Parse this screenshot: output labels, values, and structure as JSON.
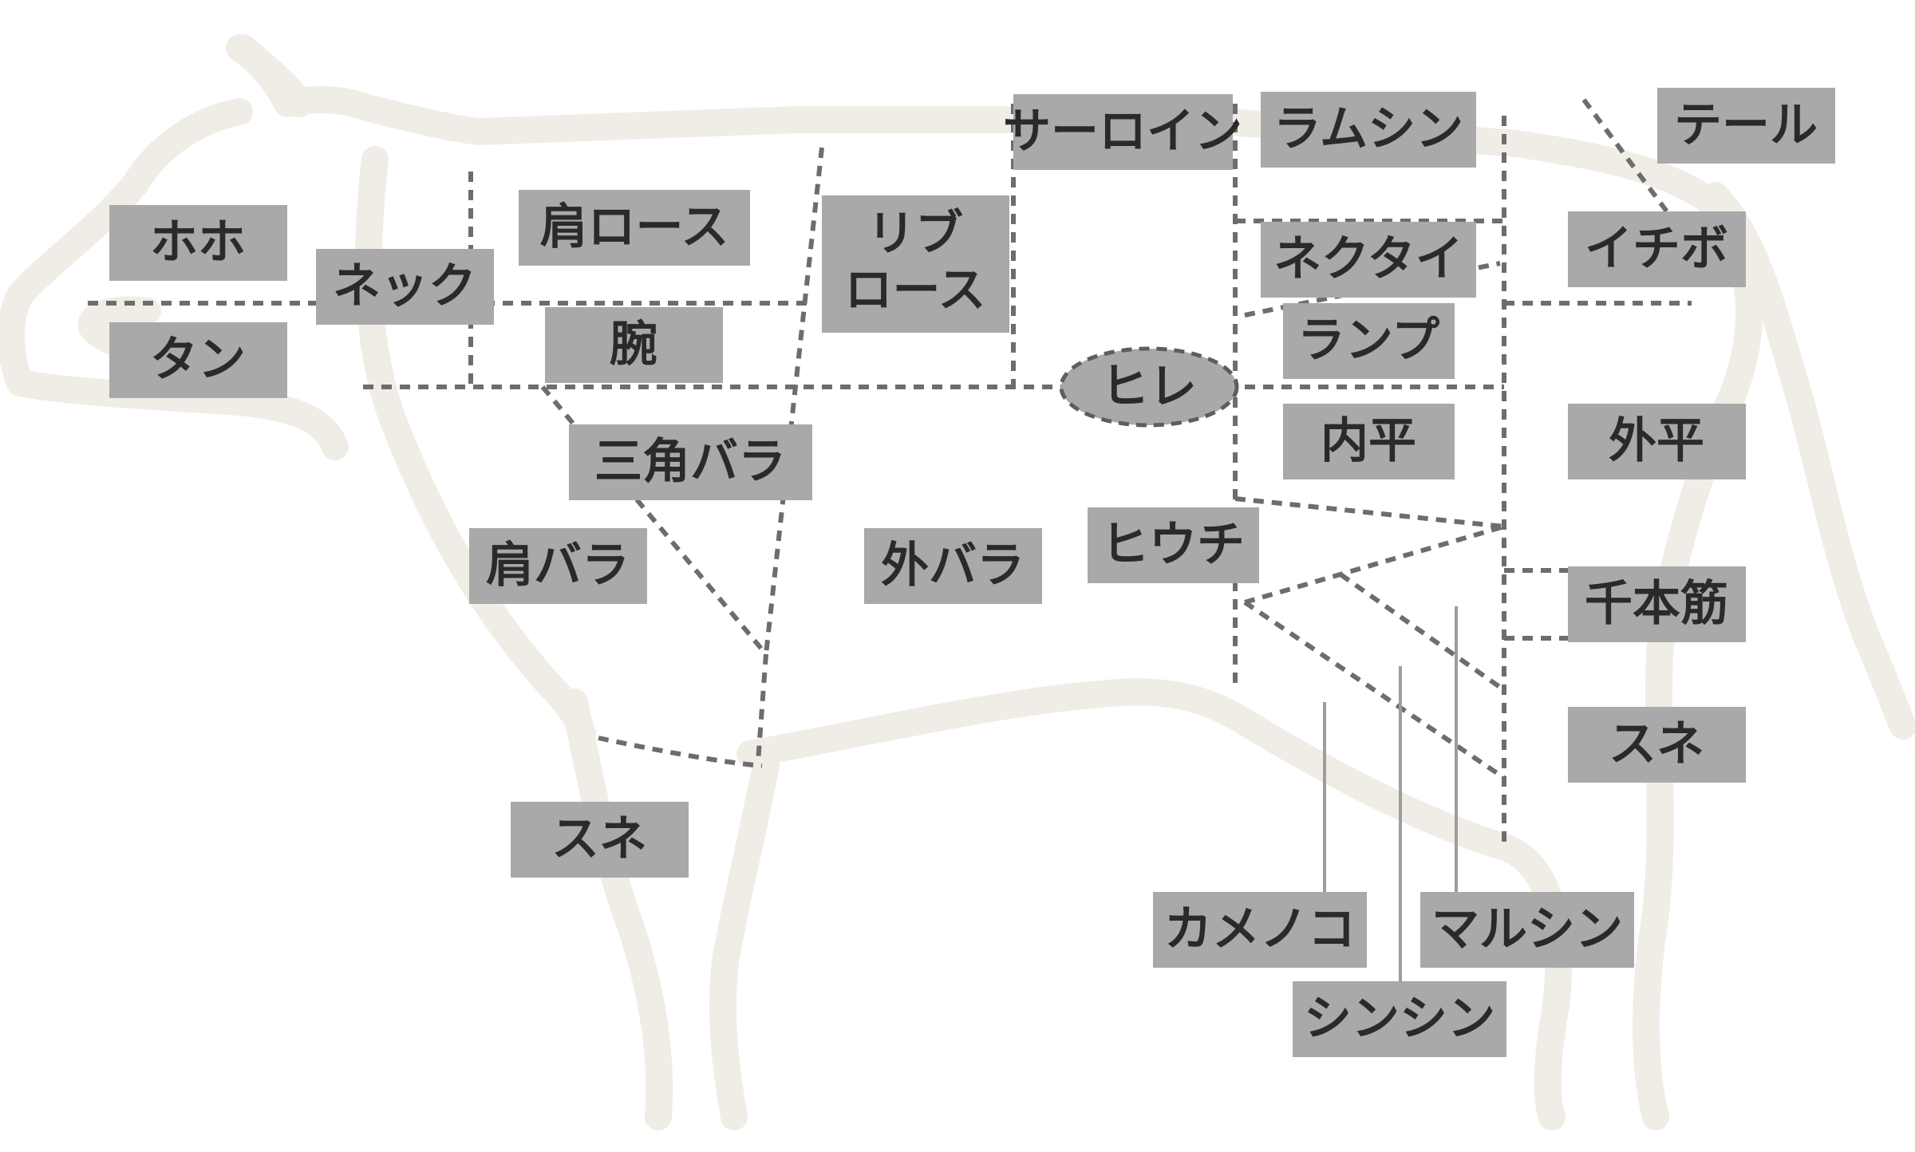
{
  "colors": {
    "background": "#ffffff",
    "outline": "#efede5",
    "cut_lines": "#6d6d6d",
    "label_box": "#a9a9a9",
    "label_text": "#2a2a2a"
  },
  "labels": {
    "hoho": "ホホ",
    "tan": "タン",
    "neck": "ネック",
    "kata_rosu": "肩ロース",
    "ude": "腕",
    "rib_rosu_1": "リブ",
    "rib_rosu_2": "ロース",
    "sirloin": "サーロイン",
    "ramushin": "ラムシン",
    "tail": "テール",
    "necktie": "ネクタイ",
    "ichibo": "イチボ",
    "hire": "ヒレ",
    "rump": "ランプ",
    "uchihira": "内平",
    "sotohira": "外平",
    "sankaku_bara": "三角バラ",
    "kata_bara": "肩バラ",
    "soto_bara": "外バラ",
    "hiuchi": "ヒウチ",
    "senbonsuji": "千本筋",
    "sune_rear": "スネ",
    "sune_front": "スネ",
    "kamenoko": "カメノコ",
    "marushin": "マルシン",
    "shinshin": "シンシン"
  }
}
